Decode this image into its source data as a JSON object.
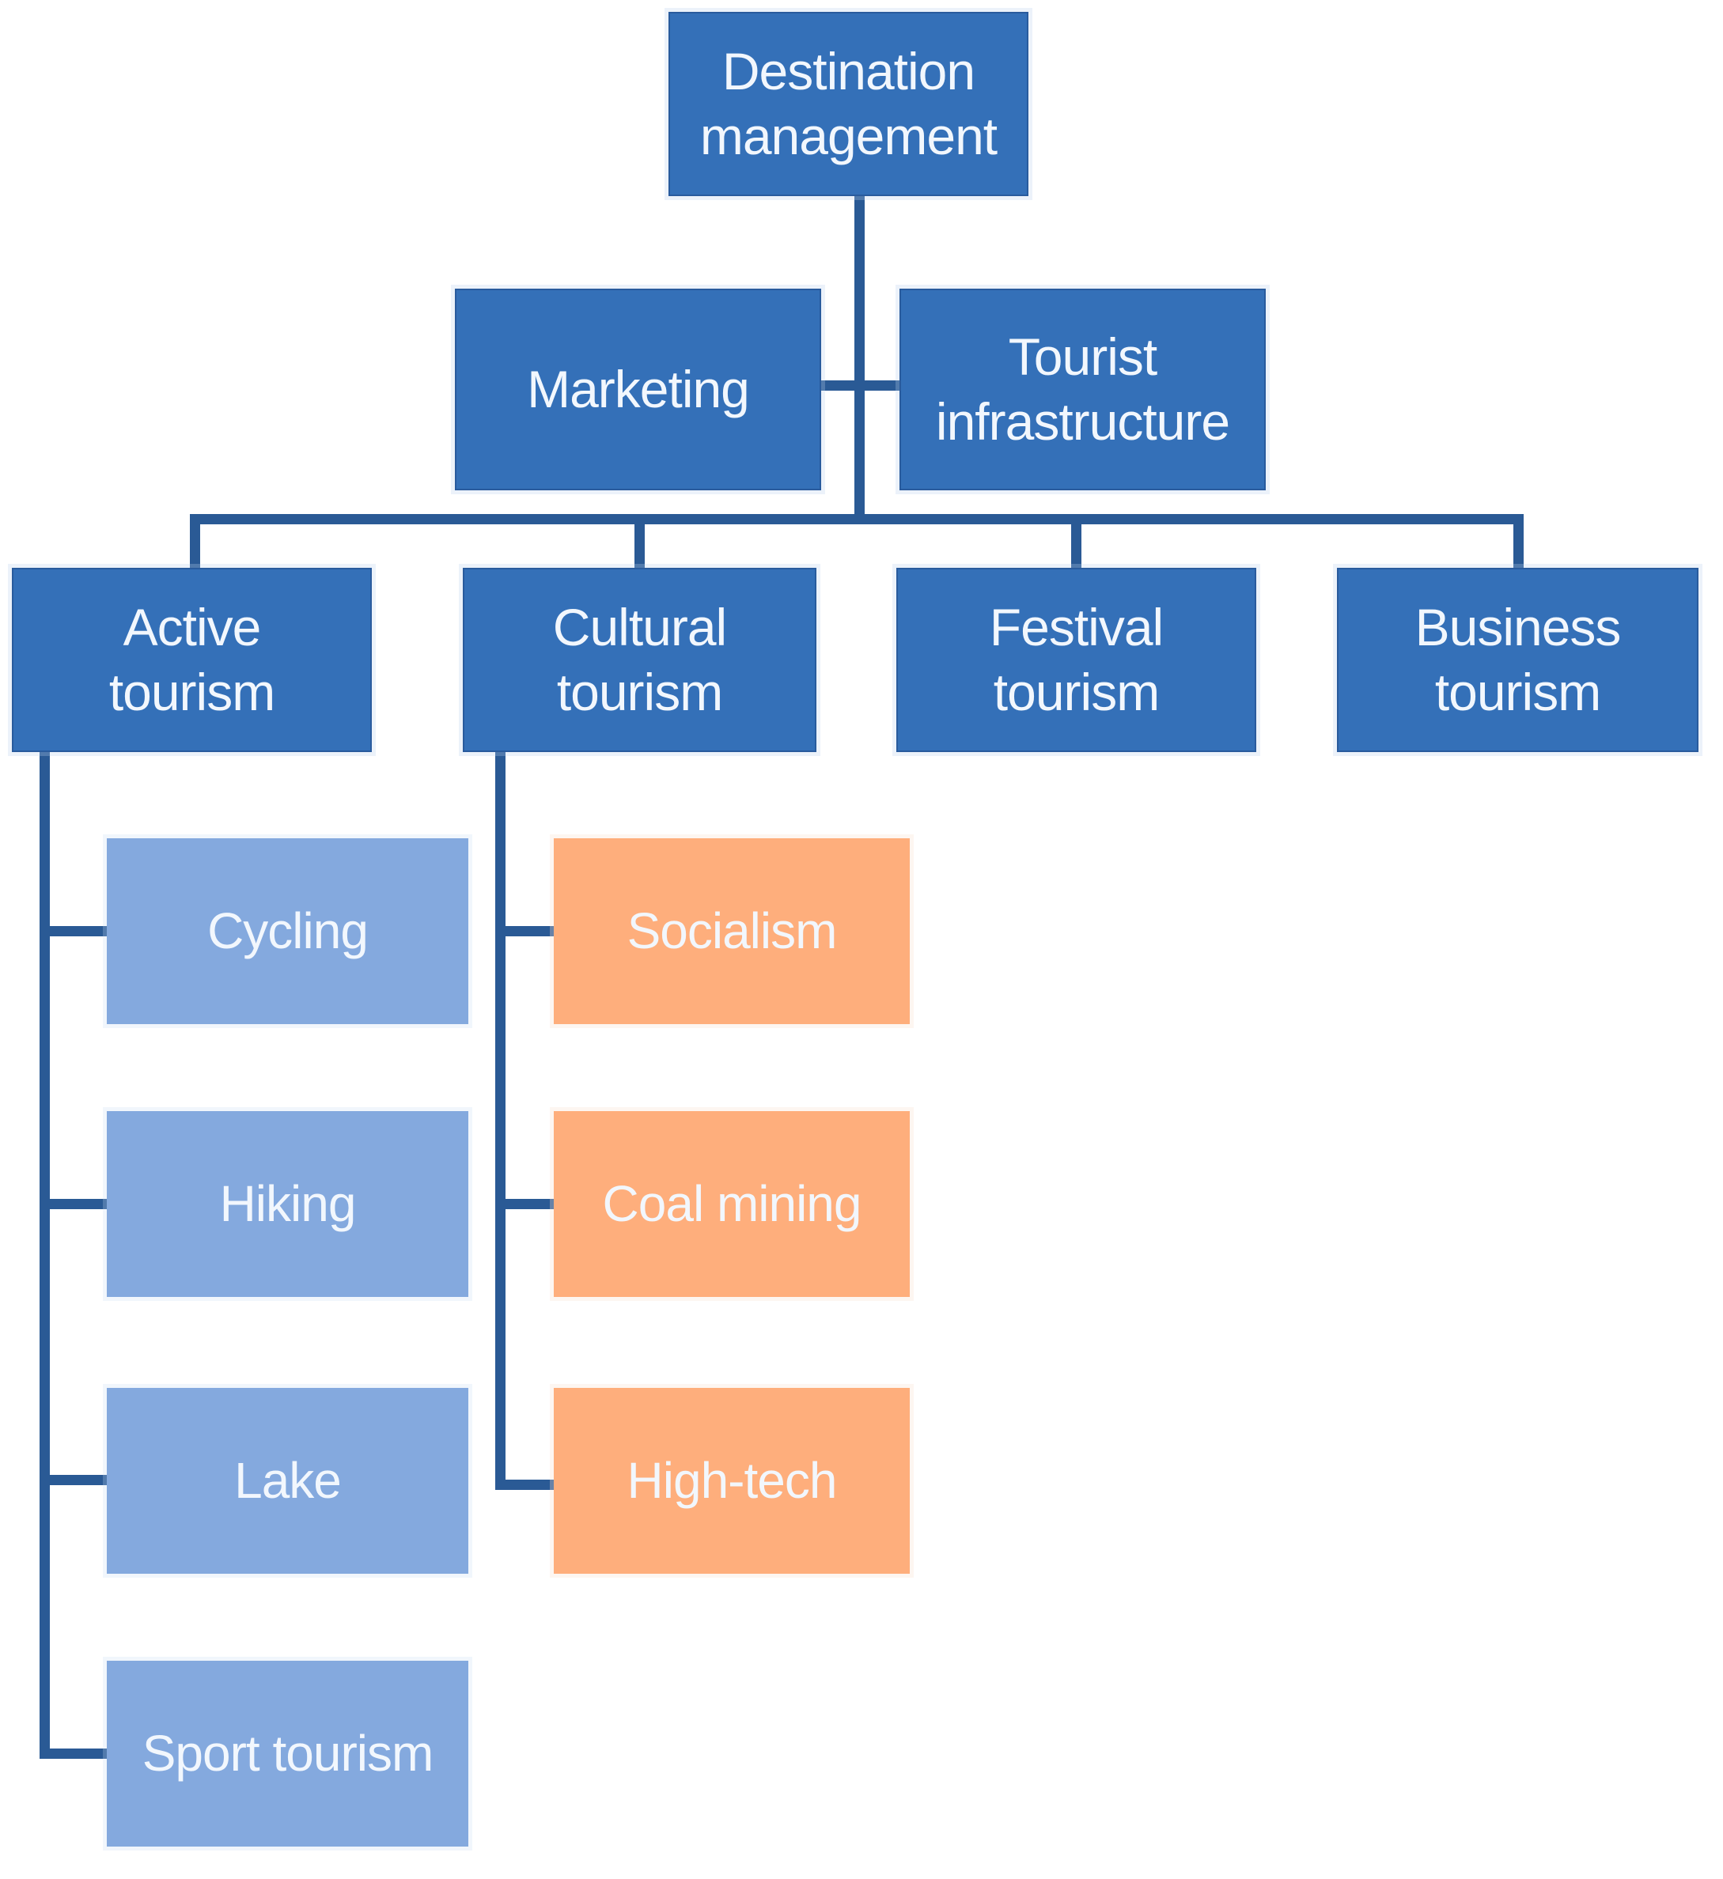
{
  "diagram": {
    "background": "#ffffff",
    "colors": {
      "primary": "#3470b8",
      "child_blue": "#84a9de",
      "child_orange": "#feae7c",
      "line": "#2a5a95",
      "text": "#f2f7fd",
      "background": "#ffffff"
    },
    "nodes": {
      "destination": {
        "label": "Destination\nmanagement"
      },
      "marketing": {
        "label": "Marketing"
      },
      "tourist_infrastructure": {
        "label": "Tourist\ninfrastructure"
      },
      "active_tourism": {
        "label": "Active\ntourism"
      },
      "cultural_tourism": {
        "label": "Cultural\ntourism"
      },
      "festival_tourism": {
        "label": "Festival\ntourism"
      },
      "business_tourism": {
        "label": "Business\ntourism"
      },
      "cycling": {
        "label": "Cycling"
      },
      "hiking": {
        "label": "Hiking"
      },
      "lake": {
        "label": "Lake"
      },
      "sport_tourism": {
        "label": "Sport tourism"
      },
      "socialism": {
        "label": "Socialism"
      },
      "coal_mining": {
        "label": "Coal mining"
      },
      "high_tech": {
        "label": "High-tech"
      }
    }
  }
}
